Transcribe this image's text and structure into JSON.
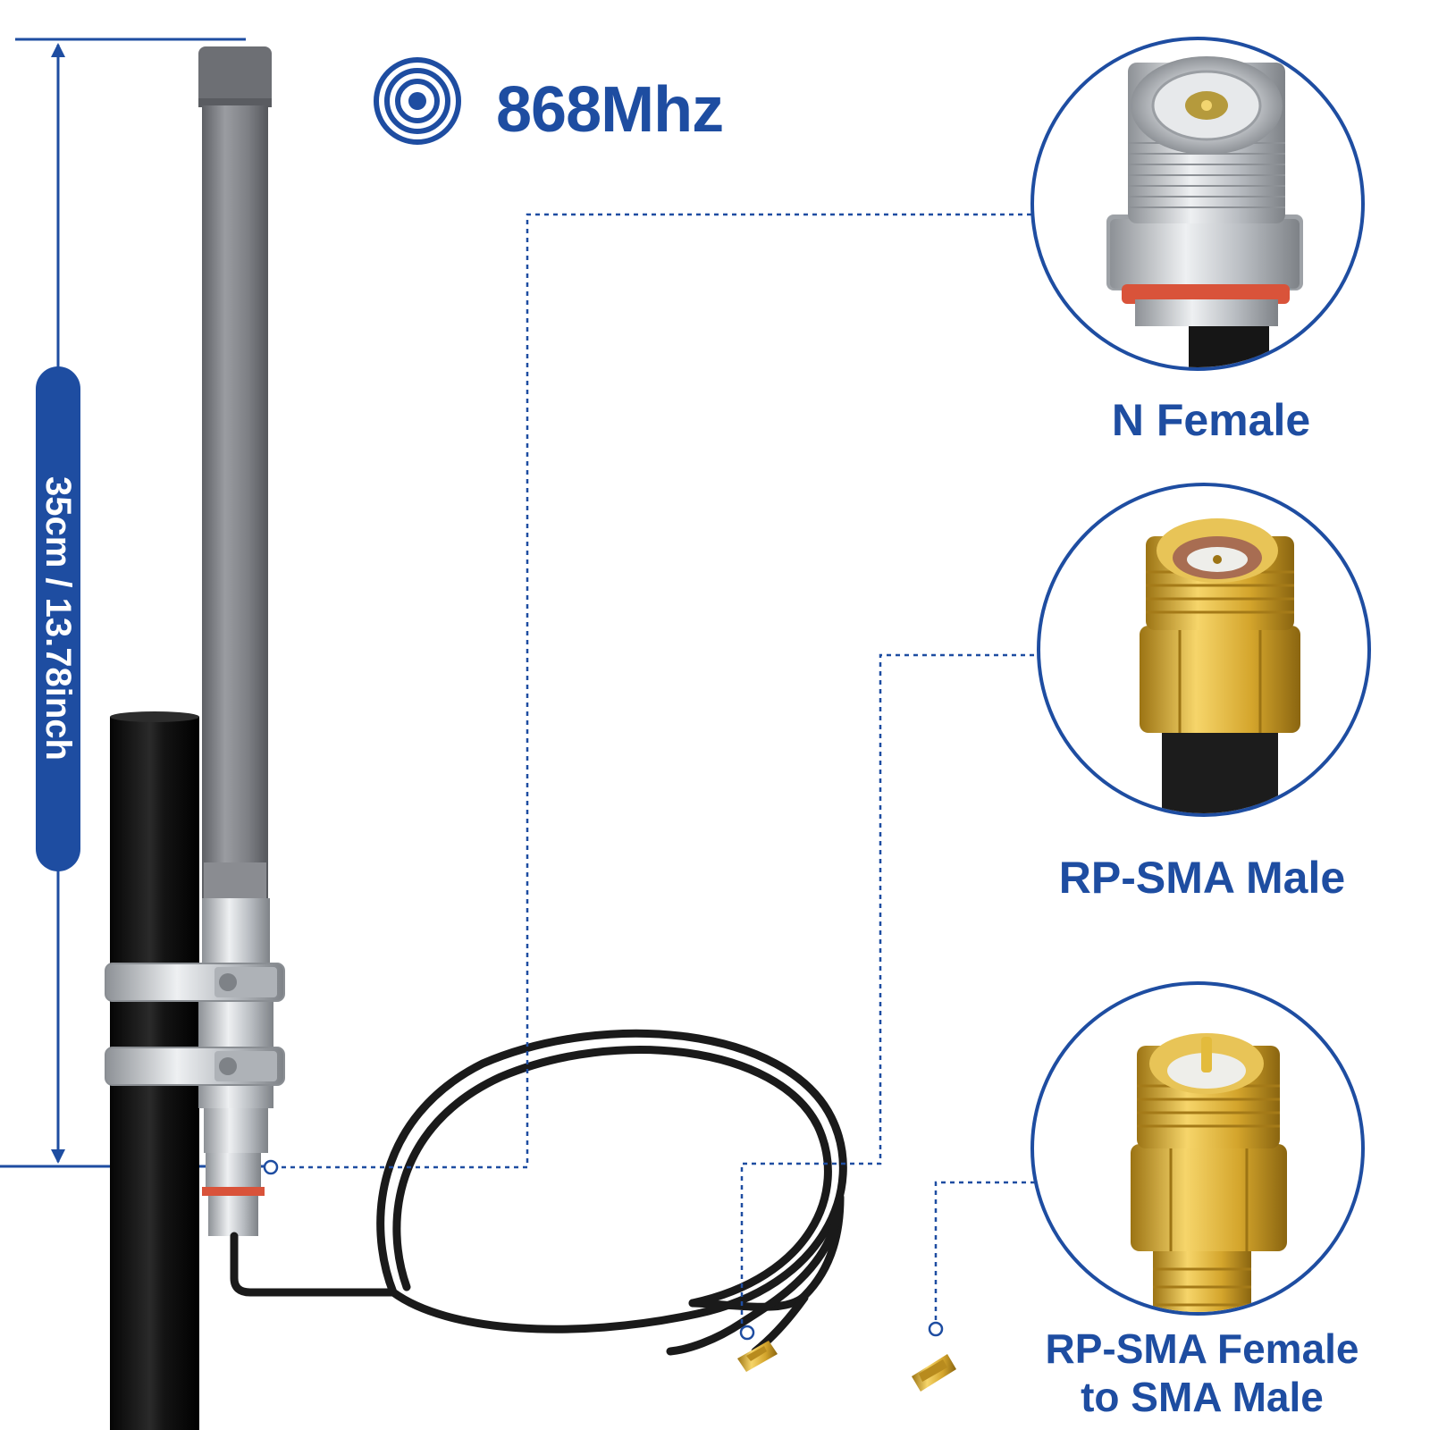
{
  "frequency": "868Mhz",
  "dimension": "35cm / 13.78inch",
  "connectors": [
    {
      "label": "N Female"
    },
    {
      "label": "RP-SMA Male"
    },
    {
      "label_line1": "RP-SMA Female",
      "label_line2": "to SMA Male"
    }
  ],
  "colors": {
    "accent": "#1e4da1",
    "antenna_gray": "#7d7f84",
    "pole": "#111111",
    "brass": "#d4a52c",
    "steel": "#c8ccd0"
  }
}
